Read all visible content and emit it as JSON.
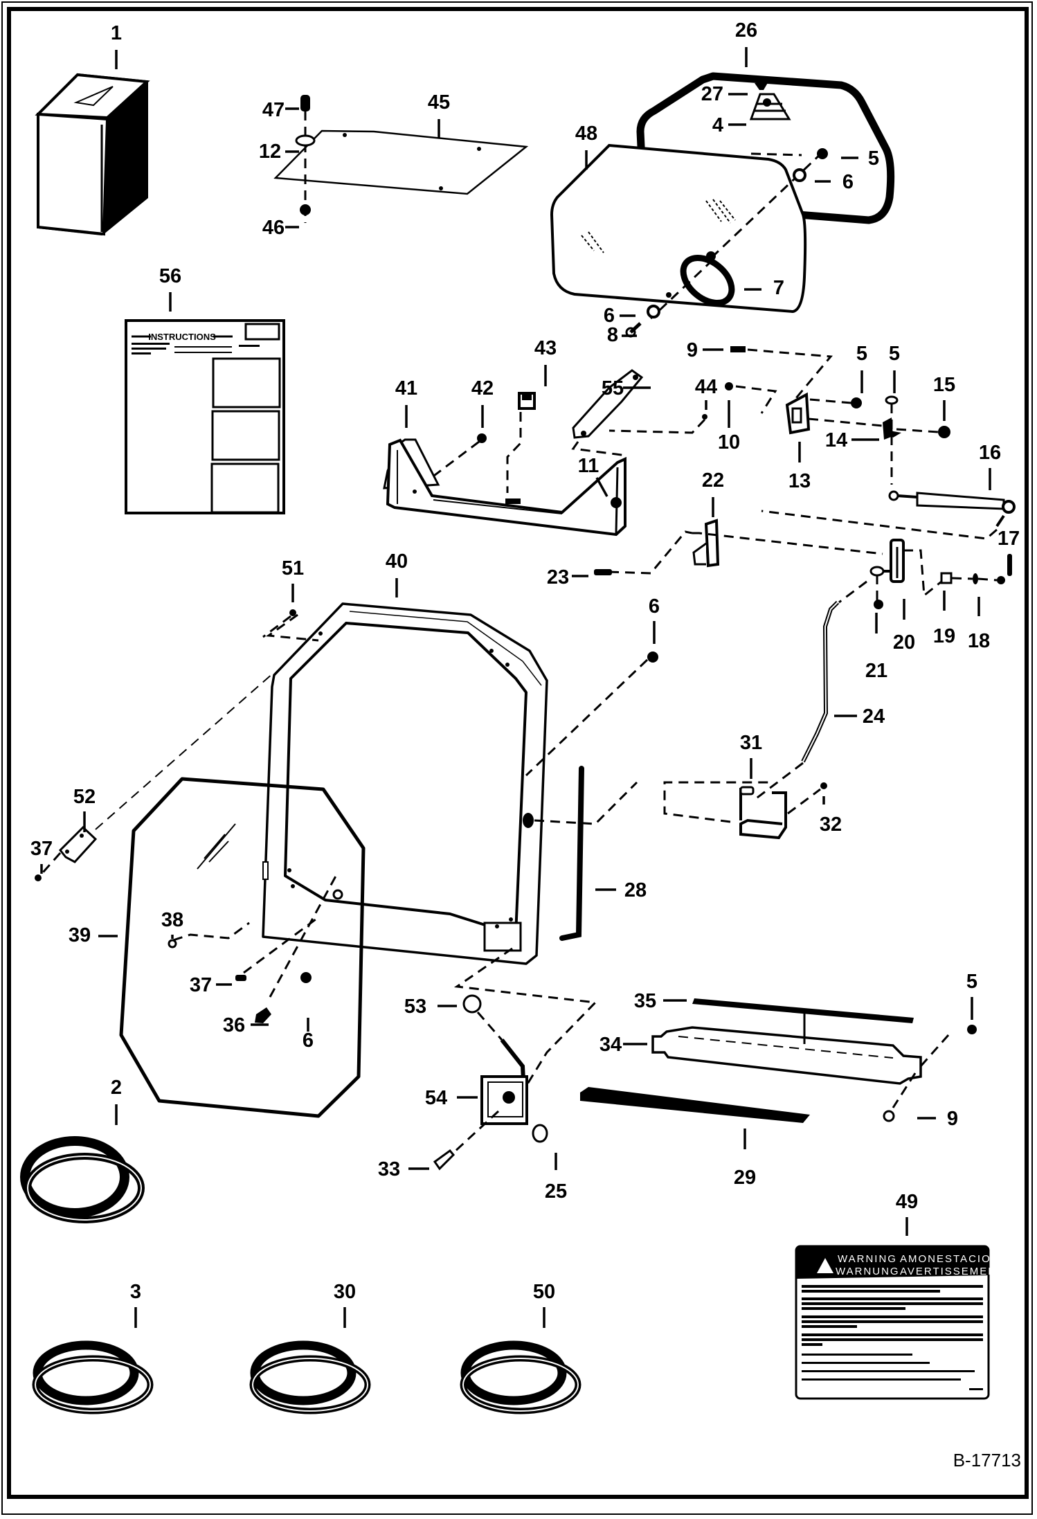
{
  "document": {
    "type": "exploded parts diagram",
    "reference_number": "B-17713"
  },
  "callouts": [
    {
      "id": "1",
      "label": "1"
    },
    {
      "id": "2",
      "label": "2"
    },
    {
      "id": "3",
      "label": "3"
    },
    {
      "id": "4",
      "label": "4"
    },
    {
      "id": "5a",
      "label": "5"
    },
    {
      "id": "5b",
      "label": "5"
    },
    {
      "id": "5c",
      "label": "5"
    },
    {
      "id": "5d",
      "label": "5"
    },
    {
      "id": "6a",
      "label": "6"
    },
    {
      "id": "6b",
      "label": "6"
    },
    {
      "id": "6c",
      "label": "6"
    },
    {
      "id": "6d",
      "label": "6"
    },
    {
      "id": "7",
      "label": "7"
    },
    {
      "id": "8",
      "label": "8"
    },
    {
      "id": "9a",
      "label": "9"
    },
    {
      "id": "9b",
      "label": "9"
    },
    {
      "id": "10",
      "label": "10"
    },
    {
      "id": "11",
      "label": "11"
    },
    {
      "id": "12",
      "label": "12"
    },
    {
      "id": "13",
      "label": "13"
    },
    {
      "id": "14",
      "label": "14"
    },
    {
      "id": "15",
      "label": "15"
    },
    {
      "id": "16",
      "label": "16"
    },
    {
      "id": "17",
      "label": "17"
    },
    {
      "id": "18",
      "label": "18"
    },
    {
      "id": "19",
      "label": "19"
    },
    {
      "id": "20",
      "label": "20"
    },
    {
      "id": "21",
      "label": "21"
    },
    {
      "id": "22",
      "label": "22"
    },
    {
      "id": "23",
      "label": "23"
    },
    {
      "id": "24",
      "label": "24"
    },
    {
      "id": "25",
      "label": "25"
    },
    {
      "id": "26",
      "label": "26"
    },
    {
      "id": "27",
      "label": "27"
    },
    {
      "id": "28",
      "label": "28"
    },
    {
      "id": "29",
      "label": "29"
    },
    {
      "id": "30",
      "label": "30"
    },
    {
      "id": "31",
      "label": "31"
    },
    {
      "id": "32",
      "label": "32"
    },
    {
      "id": "33",
      "label": "33"
    },
    {
      "id": "34",
      "label": "34"
    },
    {
      "id": "35",
      "label": "35"
    },
    {
      "id": "36",
      "label": "36"
    },
    {
      "id": "37a",
      "label": "37"
    },
    {
      "id": "37b",
      "label": "37"
    },
    {
      "id": "38",
      "label": "38"
    },
    {
      "id": "39",
      "label": "39"
    },
    {
      "id": "40",
      "label": "40"
    },
    {
      "id": "41",
      "label": "41"
    },
    {
      "id": "42",
      "label": "42"
    },
    {
      "id": "43",
      "label": "43"
    },
    {
      "id": "44",
      "label": "44"
    },
    {
      "id": "45",
      "label": "45"
    },
    {
      "id": "46",
      "label": "46"
    },
    {
      "id": "47",
      "label": "47"
    },
    {
      "id": "48",
      "label": "48"
    },
    {
      "id": "49",
      "label": "49"
    },
    {
      "id": "50",
      "label": "50"
    },
    {
      "id": "51",
      "label": "51"
    },
    {
      "id": "52",
      "label": "52"
    },
    {
      "id": "53",
      "label": "53"
    },
    {
      "id": "54",
      "label": "54"
    },
    {
      "id": "55",
      "label": "55"
    },
    {
      "id": "56",
      "label": "56"
    }
  ],
  "instruction_sheet": {
    "title": "INSTRUCTIONS"
  },
  "warning_decal": {
    "headings": [
      "WARNING",
      "AMONESTACION",
      "WARNUNG",
      "AVERTISSEMENT"
    ]
  }
}
